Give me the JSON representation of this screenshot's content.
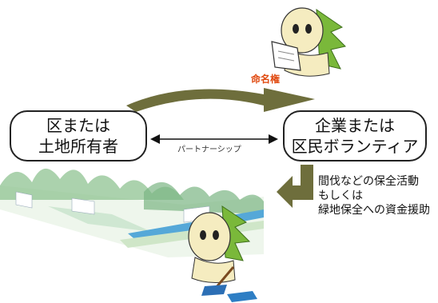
{
  "left_box": {
    "line1": "区または",
    "line2": "土地所有者"
  },
  "right_box": {
    "line1": "企業または",
    "line2": "区民ボランティア"
  },
  "labels": {
    "naming_rights": "命名権",
    "partnership": "パートナーシップ"
  },
  "activities": [
    "間伐などの保全活動",
    "もしくは",
    "緑地保全への資金援助"
  ],
  "colors": {
    "arrow_fill": "#6e6e3c",
    "accent_text": "#e04a10",
    "mascot_body": "#f5ecc0",
    "mascot_spikes": "#7ab83a"
  }
}
